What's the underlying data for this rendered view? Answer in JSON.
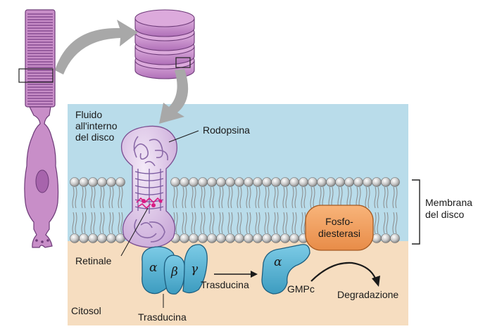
{
  "labels": {
    "fluid": [
      "Fluido",
      "all'interno",
      "del disco"
    ],
    "rodopsina": "Rodopsina",
    "membrane": [
      "Membrana",
      "del disco"
    ],
    "enzyme": [
      "Fosfo-",
      "diesterasi"
    ],
    "retinale": "Retinale",
    "alpha": "α",
    "beta": "β",
    "gamma": "γ",
    "trasducina_arrow": "Trasducina",
    "gmpc": "GMPc",
    "degradazione": "Degradazione",
    "citosol": "Citosol",
    "trasducina_bottom": "Trasducina"
  },
  "colors": {
    "fluid": "#b9dcea",
    "cytosol": "#f6ddc0",
    "rod_cell": "#c88ec8",
    "disc": "#c58ac8",
    "rhodopsin": "#dcc4e6",
    "transducin": "#5ab4d4",
    "enzyme": "#f0a060",
    "arrow_gray": "#a8a8a8"
  }
}
